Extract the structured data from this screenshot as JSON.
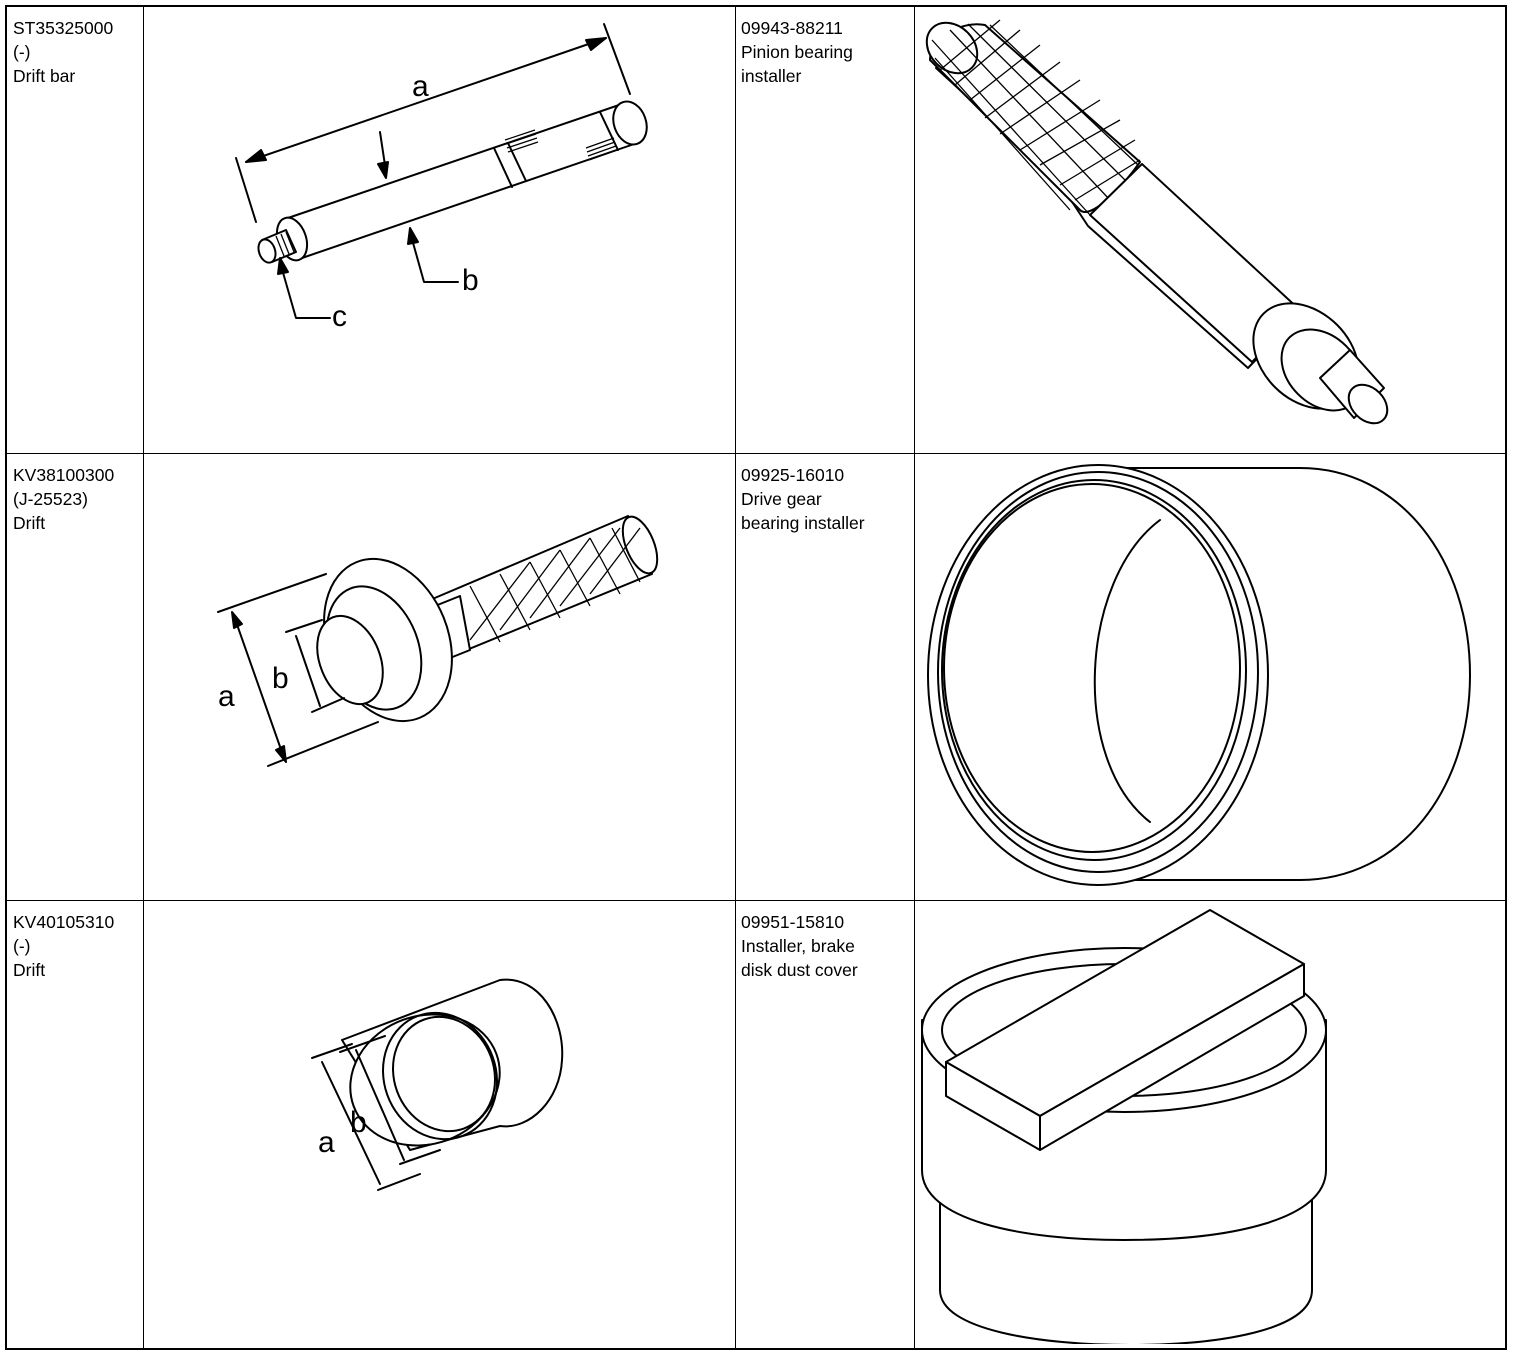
{
  "rows": [
    {
      "left_tool": {
        "part_no": "ST35325000",
        "alt_no": "(-)",
        "name": "Drift bar"
      },
      "right_tool": {
        "part_no": "09943-88211",
        "name_lines": [
          "Pinion bearing",
          "installer"
        ]
      },
      "dim_labels": [
        "a",
        "b",
        "c"
      ]
    },
    {
      "left_tool": {
        "part_no": "KV38100300",
        "alt_no": "(J-25523)",
        "name": "Drift"
      },
      "right_tool": {
        "part_no": "09925-16010",
        "name_lines": [
          "Drive gear",
          "bearing installer"
        ]
      },
      "dim_labels": [
        "a",
        "b"
      ]
    },
    {
      "left_tool": {
        "part_no": "KV40105310",
        "alt_no": "(-)",
        "name": "Drift"
      },
      "right_tool": {
        "part_no": "09951-15810",
        "name_lines": [
          "Installer, brake",
          "disk dust cover"
        ]
      },
      "dim_labels": [
        "a",
        "b"
      ]
    }
  ],
  "icons": [
    "drift-bar-illustration",
    "pinion-bearing-installer-illustration",
    "drift-illustration",
    "drive-gear-bearing-installer-illustration",
    "drift-illustration",
    "brake-disk-dust-cover-installer-illustration"
  ]
}
